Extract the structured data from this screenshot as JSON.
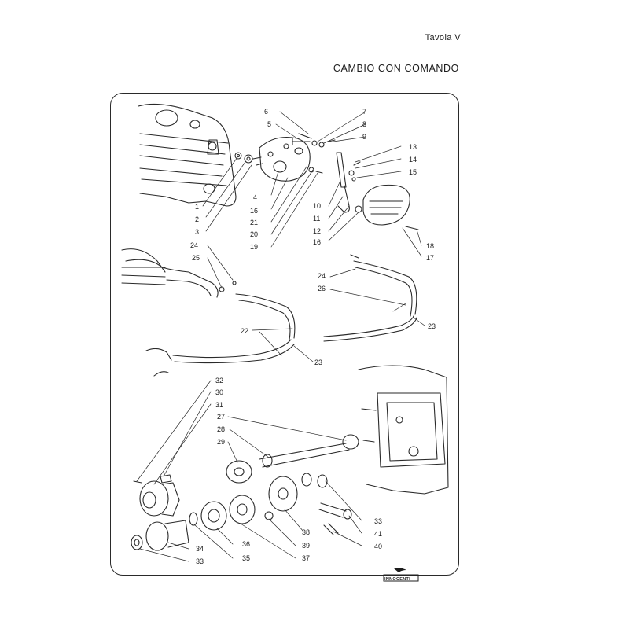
{
  "header": {
    "page_label": "Tavola V",
    "title": "CAMBIO CON COMANDO"
  },
  "callouts": {
    "c1": "1",
    "c2": "2",
    "c3": "3",
    "c4": "4",
    "c5": "5",
    "c6": "6",
    "c7": "7",
    "c8": "8",
    "c9": "9",
    "c10": "10",
    "c11": "11",
    "c12": "12",
    "c13": "13",
    "c14": "14",
    "c15": "15",
    "c16a": "16",
    "c16b": "16",
    "c17": "17",
    "c18": "18",
    "c19": "19",
    "c20": "20",
    "c21": "21",
    "c22": "22",
    "c23a": "23",
    "c23b": "23",
    "c24a": "24",
    "c24b": "24",
    "c25": "25",
    "c26": "26",
    "c27": "27",
    "c28": "28",
    "c29": "29",
    "c30": "30",
    "c31": "31",
    "c32": "32",
    "c33a": "33",
    "c33b": "33",
    "c34": "34",
    "c35": "35",
    "c36": "36",
    "c37": "37",
    "c38": "38",
    "c39": "39",
    "c40": "40",
    "c41": "41"
  },
  "logo": {
    "text": "INNOCENTI",
    "icon": "innocenti-logo"
  }
}
